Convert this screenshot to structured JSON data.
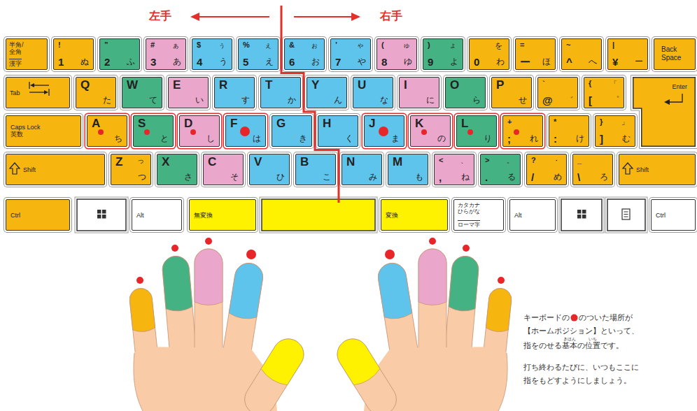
{
  "diagram": {
    "nodes": [
      {
        "text": [
          "半角/ 全角",
          "漢字"
        ]
      },
      {
        "text": [
          "!",
          "1",
          "ぬ"
        ]
      },
      {
        "text": [
          "”",
          "2",
          "ふ"
        ]
      },
      {
        "text": [
          "#",
          "ぁ",
          "3",
          "あ"
        ]
      },
      {
        "text": [
          "$",
          "ぅ",
          "4",
          "う"
        ]
      },
      {
        "text": [
          "%",
          "ぇ",
          "5",
          "え"
        ]
      },
      {
        "text": [
          "&",
          "ぉ",
          "6",
          "お"
        ]
      },
      {
        "text": [
          "’",
          "ゃ",
          "7",
          "や"
        ]
      },
      {
        "text": [
          "(",
          "ゅ",
          "8",
          "ゆ"
        ]
      },
      {
        "text": [
          ")",
          "ょ",
          "9",
          "よ"
        ]
      },
      {
        "text": [
          "を",
          "0",
          "わ"
        ]
      },
      {
        "text": [
          "=",
          "ー",
          "ほ"
        ]
      },
      {
        "text": [
          "~",
          "^",
          "へ"
        ]
      },
      {
        "text": [
          "|",
          "¥",
          "ー"
        ]
      },
      {
        "text": [
          "Back Space"
        ]
      },
      {
        "text": [
          "Tab"
        ]
      },
      {
        "text": [
          "Q",
          "た"
        ]
      },
      {
        "text": [
          "W",
          "て"
        ]
      },
      {
        "text": [
          "E",
          "い"
        ]
      },
      {
        "text": [
          "R",
          "す"
        ]
      },
      {
        "text": [
          "T",
          "か"
        ]
      },
      {
        "text": [
          "Y",
          "ん"
        ]
      },
      {
        "text": [
          "U",
          "な"
        ]
      },
      {
        "text": [
          "I",
          "に"
        ]
      },
      {
        "text": [
          "O",
          "ら"
        ]
      },
      {
        "text": [
          "P",
          "せ"
        ]
      },
      {
        "text": [
          "`",
          "@",
          "゛"
        ]
      },
      {
        "text": [
          "{",
          "「",
          "[",
          "゜"
        ]
      },
      {
        "text": [
          "Enter"
        ]
      },
      {
        "text": [
          "Caps Lock 英数"
        ]
      },
      {
        "text": [
          "A",
          "ち"
        ]
      },
      {
        "text": [
          "S",
          "と"
        ]
      },
      {
        "text": [
          "D",
          "し"
        ]
      },
      {
        "text": [
          "F",
          "は"
        ]
      },
      {
        "text": [
          "G",
          "き"
        ]
      },
      {
        "text": [
          "H",
          "く"
        ]
      },
      {
        "text": [
          "J",
          "ま"
        ]
      },
      {
        "text": [
          "K",
          "の"
        ]
      },
      {
        "text": [
          "L",
          "り"
        ]
      },
      {
        "text": [
          "+",
          ";",
          "れ"
        ]
      },
      {
        "text": [
          "*",
          ":",
          "け"
        ]
      },
      {
        "text": [
          "}",
          "」",
          "]",
          "む"
        ]
      },
      {
        "text": [
          "Shift"
        ]
      },
      {
        "text": [
          "Z",
          "っ",
          "つ"
        ]
      },
      {
        "text": [
          "X",
          "さ"
        ]
      },
      {
        "text": [
          "C",
          "そ"
        ]
      },
      {
        "text": [
          "V",
          "ひ"
        ]
      },
      {
        "text": [
          "B",
          "こ"
        ]
      },
      {
        "text": [
          "N",
          "み"
        ]
      },
      {
        "text": [
          "M",
          "も"
        ]
      },
      {
        "text": [
          "<",
          "、",
          ",",
          "ね"
        ]
      },
      {
        "text": [
          ">",
          "。",
          ".",
          "る"
        ]
      },
      {
        "text": [
          "?",
          "・",
          "/",
          "め"
        ]
      },
      {
        "text": [
          "_",
          "\\",
          "ろ"
        ]
      },
      {
        "text": [
          "Shift"
        ]
      },
      {
        "text": [
          "Ctrl"
        ]
      },
      {
        "text": [
          "Alt"
        ]
      },
      {
        "text": [
          "無変換"
        ]
      },
      {
        "text": [
          "変換"
        ]
      },
      {
        "text": [
          "カタカナ ひらがな",
          "ローマ字"
        ]
      },
      {
        "text": [
          "Alt"
        ]
      },
      {
        "text": [
          "Ctrl"
        ]
      }
    ],
    "labels": [
      "左手",
      "右手",
      "キーボードの",
      "のついた場所が",
      "【ホームポジション】といって、",
      "指をのせる基本の位置です。",
      "きほん",
      "いち",
      "打ち終わるたびに、いつもここに 指をもどすようにしましょう。"
    ]
  }
}
